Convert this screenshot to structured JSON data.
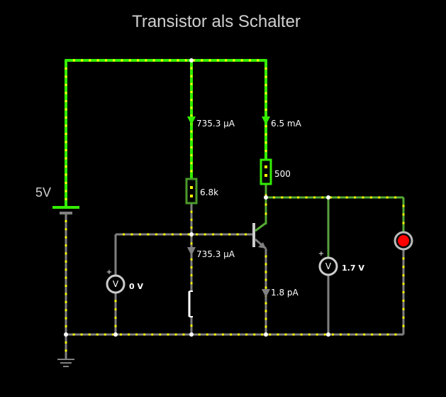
{
  "title": "Transistor als Schalter",
  "source": {
    "label": "5V"
  },
  "labels": {
    "current_top_left": "735.3 µA",
    "current_top_right": "6.5 mA",
    "resistor_base": "6.8k",
    "resistor_collector": "500",
    "current_mid_left": "735.3 µA",
    "current_emitter": "1.8 pA",
    "voltmeter_base": "0 V",
    "voltmeter_collector": "1.7 V"
  },
  "voltmeter_symbol": "V",
  "voltmeter_plus": "+",
  "colors": {
    "background": "#000000",
    "wire_live": "#33ee00",
    "wire_ground": "#808080",
    "wire_mid": "#5aa040",
    "current_dot": "#ffff00",
    "led": "#ff0000",
    "node": "#ffffff"
  },
  "icons": [
    "battery-icon",
    "resistor-icon",
    "transistor-icon",
    "switch-icon",
    "voltmeter-icon",
    "led-icon",
    "ground-icon",
    "current-arrow-icon"
  ]
}
